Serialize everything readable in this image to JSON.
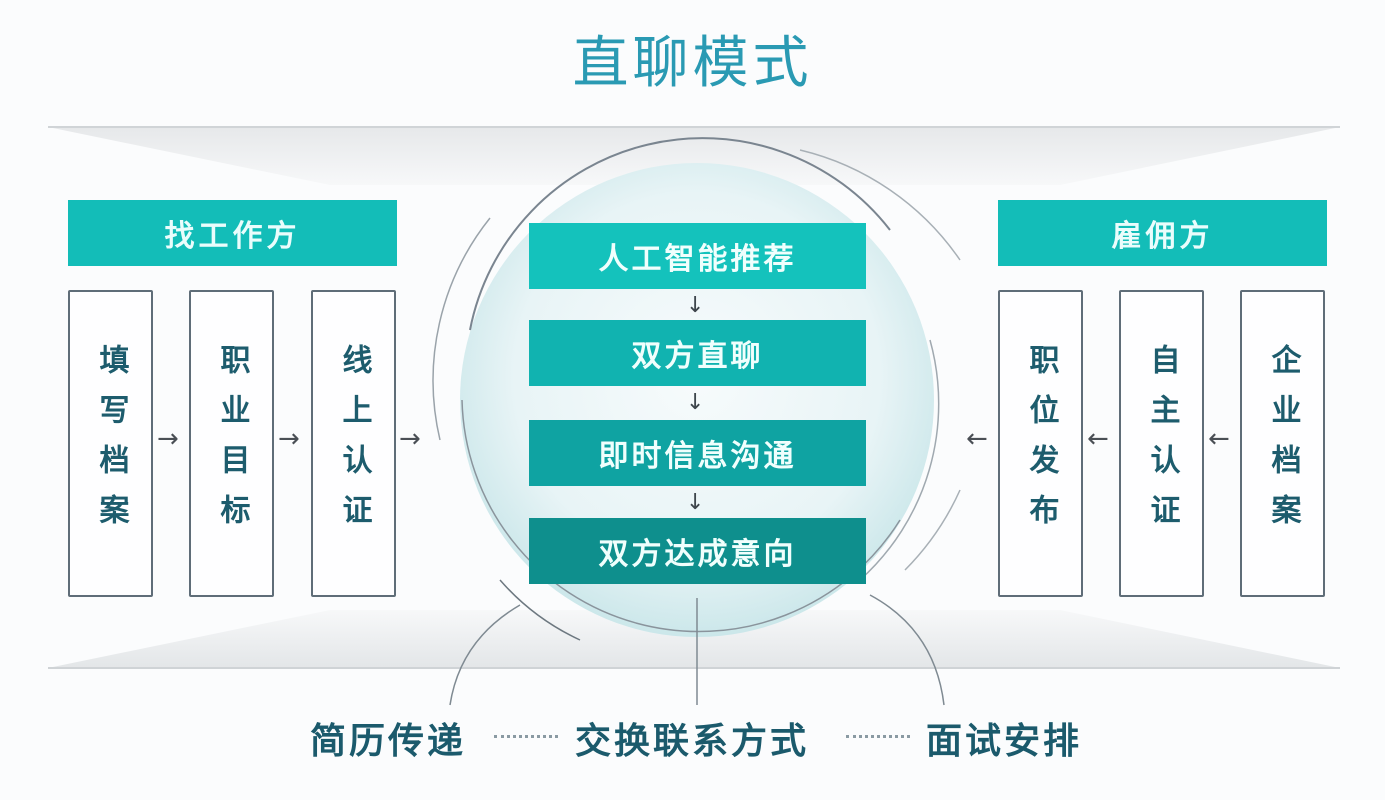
{
  "title": "直聊模式",
  "colors": {
    "title": "#2a9ab3",
    "header_teal": "#13bdb8",
    "step_colors": [
      "#14c2bc",
      "#11b3b0",
      "#0fa3a2",
      "#0e8f8d"
    ],
    "box_text": "#1d5c6d",
    "bottom_text": "#1b5a6c"
  },
  "job_seeker": {
    "header": "找工作方",
    "steps": [
      "填写档案",
      "职业目标",
      "线上认证"
    ],
    "arrow": "→"
  },
  "employer": {
    "header": "雇佣方",
    "steps": [
      "职位发布",
      "自主认证",
      "企业档案"
    ],
    "arrow": "←"
  },
  "center_flow": {
    "steps": [
      "人工智能推荐",
      "双方直聊",
      "即时信息沟通",
      "双方达成意向"
    ],
    "arrow": "↓"
  },
  "outcomes": [
    "简历传递",
    "交换联系方式",
    "面试安排"
  ]
}
